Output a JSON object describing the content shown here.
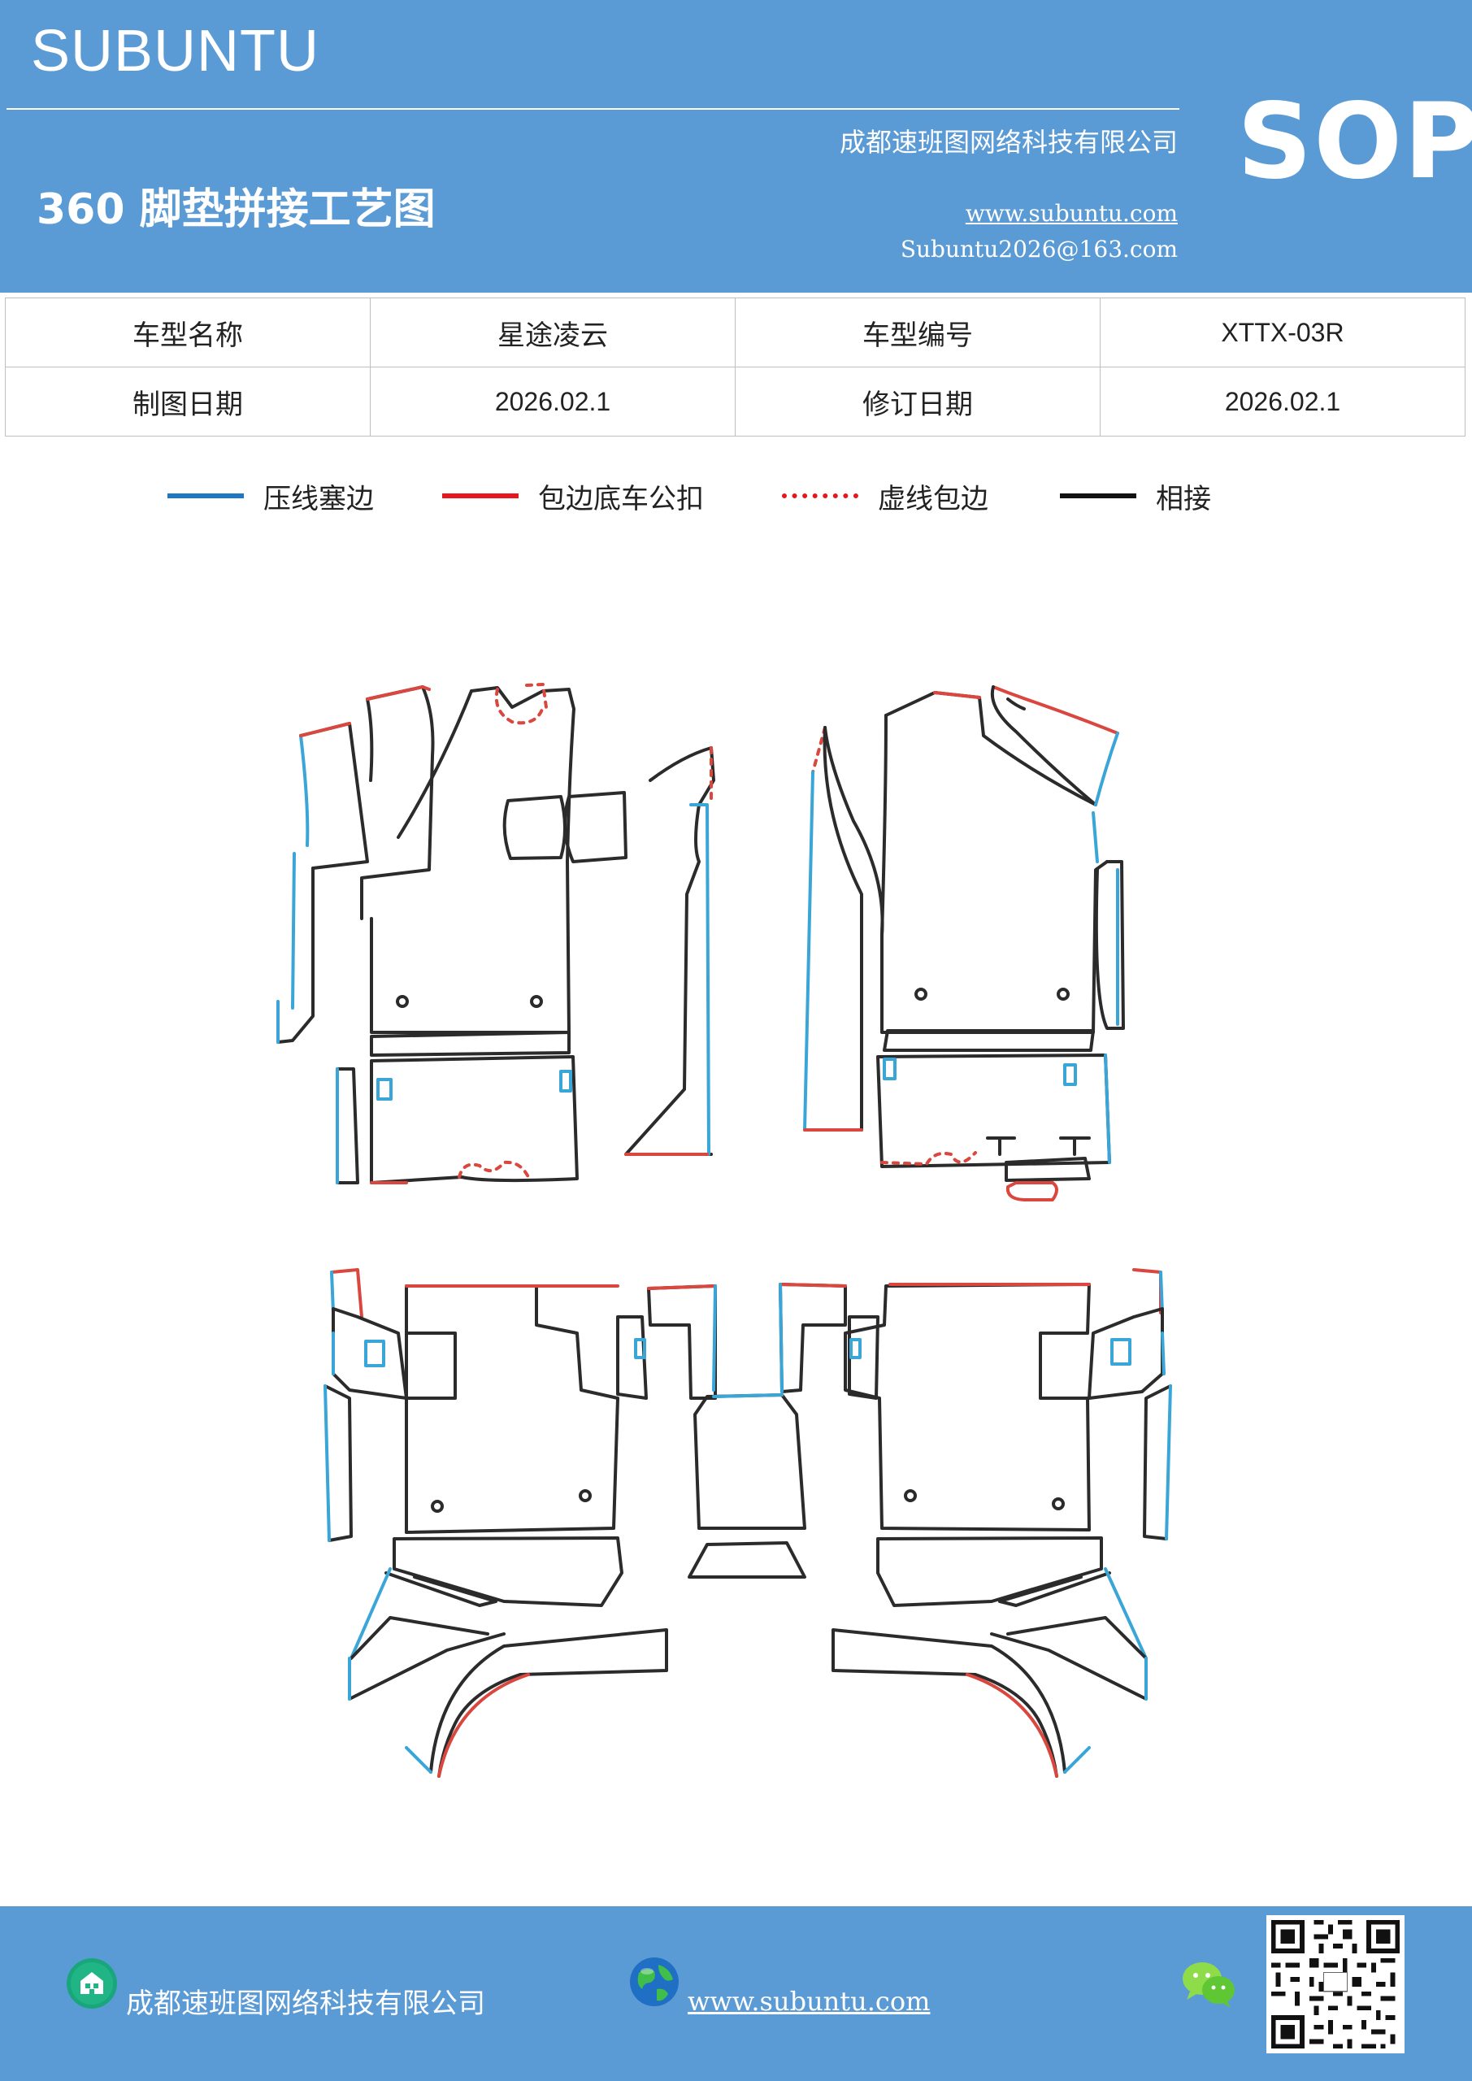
{
  "header": {
    "brand": "SUBUNTU",
    "company": "成都速班图网络科技有限公司",
    "doc_title": "360 脚垫拼接工艺图",
    "url": "www.subuntu.com",
    "email": "Subuntu2026@163.com",
    "badge": "SOP"
  },
  "info_table": {
    "rows": [
      [
        "车型名称",
        "星途凌云",
        "车型编号",
        "XTTX-03R"
      ],
      [
        "制图日期",
        "2026.02.1",
        "修订日期",
        "2026.02.1"
      ]
    ]
  },
  "legend": [
    {
      "label": "压线塞边",
      "color": "#1f77c4",
      "style": "solid"
    },
    {
      "label": "包边底车公扣",
      "color": "#e8161a",
      "style": "solid"
    },
    {
      "label": "虚线包边",
      "color": "#e8161a",
      "style": "dotted"
    },
    {
      "label": "相接",
      "color": "#111111",
      "style": "solid"
    }
  ],
  "diagram": {
    "colors": {
      "blue": "#3aa6d8",
      "red": "#d9473f",
      "black": "#2b2b2b"
    }
  },
  "footer": {
    "company": "成都速班图网络科技有限公司",
    "url": "www.subuntu.com",
    "icons": [
      "building-icon",
      "globe-icon",
      "wechat-icon",
      "qr-code"
    ]
  }
}
